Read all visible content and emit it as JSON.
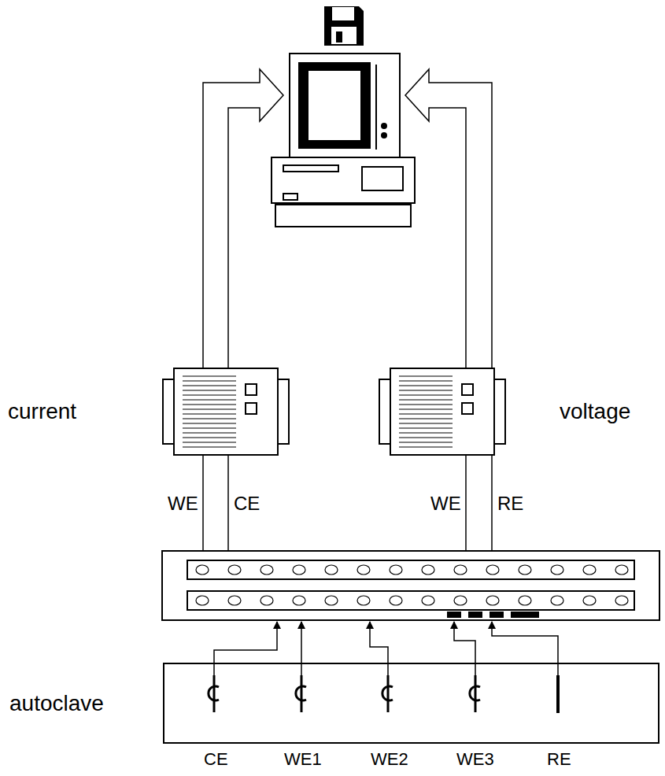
{
  "diagram": {
    "nodes": [
      {
        "text": [
          "current"
        ]
      },
      {
        "text": [
          "voltage"
        ]
      },
      {
        "text": [
          "autoclave"
        ]
      }
    ],
    "labels": [
      "WE",
      "CE",
      "WE",
      "RE",
      "CE",
      "WE1",
      "WE2",
      "WE3",
      "RE"
    ]
  }
}
